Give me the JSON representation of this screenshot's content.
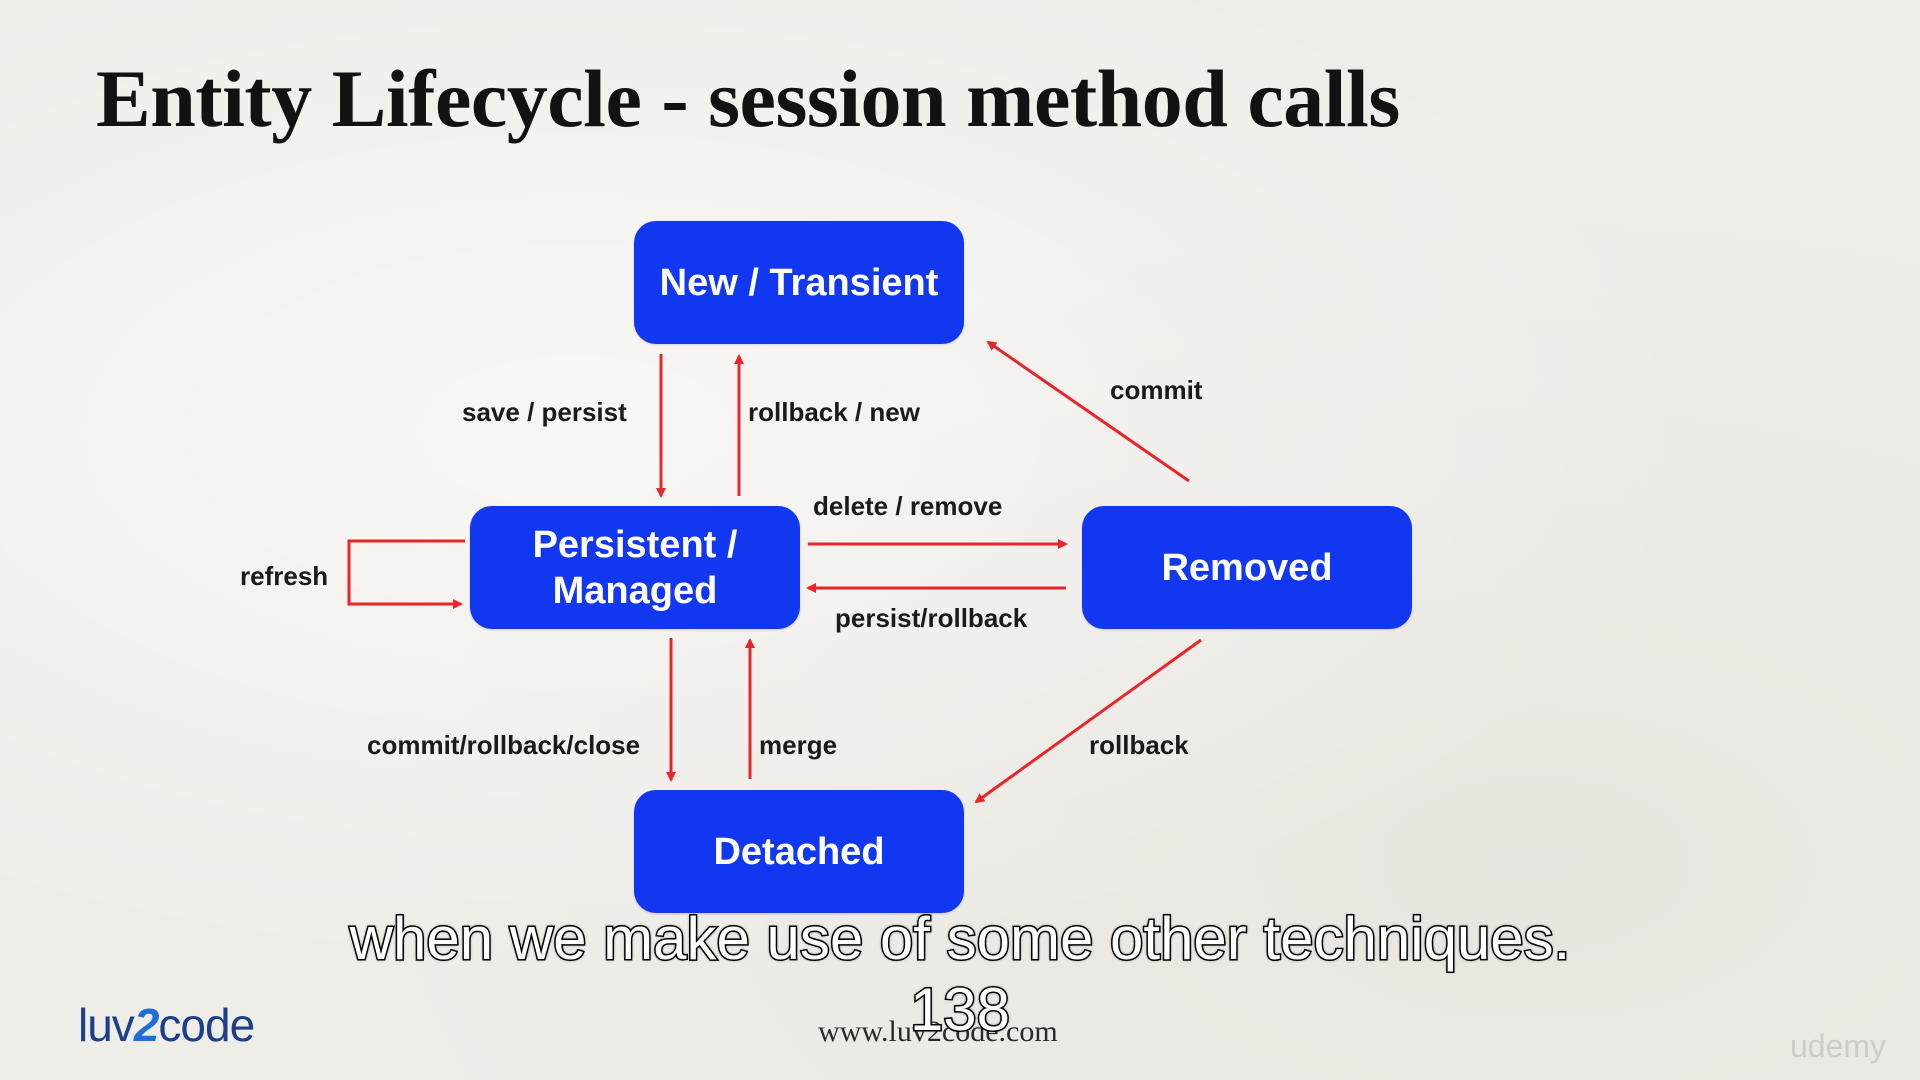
{
  "title": "Entity Lifecycle - session method calls",
  "states": {
    "new": "New / Transient",
    "persistent_line1": "Persistent /",
    "persistent_line2": "Managed",
    "removed": "Removed",
    "detached": "Detached"
  },
  "transitions": {
    "save_persist": "save / persist",
    "rollback_new": "rollback / new",
    "commit": "commit",
    "delete_remove": "delete / remove",
    "persist_rollback": "persist/rollback",
    "refresh": "refresh",
    "commit_rollback_close": "commit/rollback/close",
    "merge": "merge",
    "rollback": "rollback"
  },
  "colors": {
    "state_fill": "#1237f0",
    "arrow": "#e8262a",
    "background": "#efede8"
  },
  "footer": {
    "url": "www.luv2code.com",
    "logo_part1": "luv",
    "logo_part2": "2",
    "logo_part3": "code",
    "watermark": "udemy"
  },
  "caption": {
    "line1": "when we make use of some other techniques.",
    "line2": "138"
  }
}
